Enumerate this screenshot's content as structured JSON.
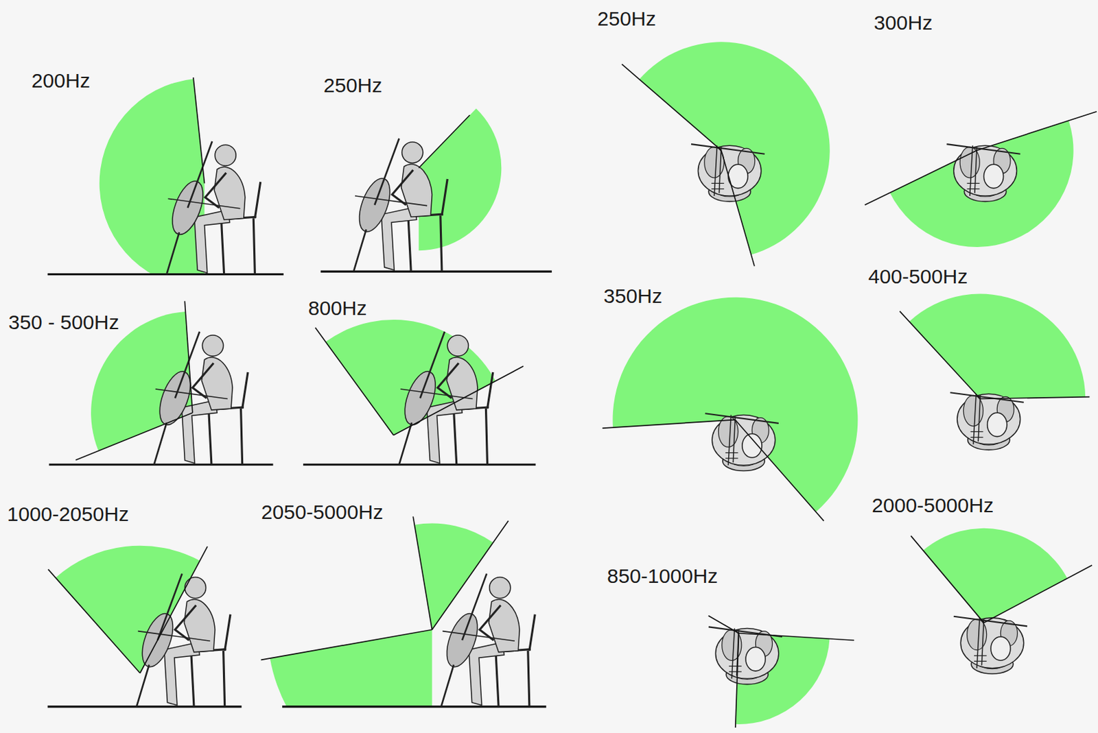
{
  "diagram": {
    "labels": [
      "200Hz",
      "250Hz",
      "350 - 500Hz",
      "800Hz",
      "1000-2050Hz",
      "2050-5000Hz",
      "250Hz",
      "300Hz",
      "350Hz",
      "400-500Hz",
      "850-1000Hz",
      "2000-5000Hz"
    ]
  }
}
